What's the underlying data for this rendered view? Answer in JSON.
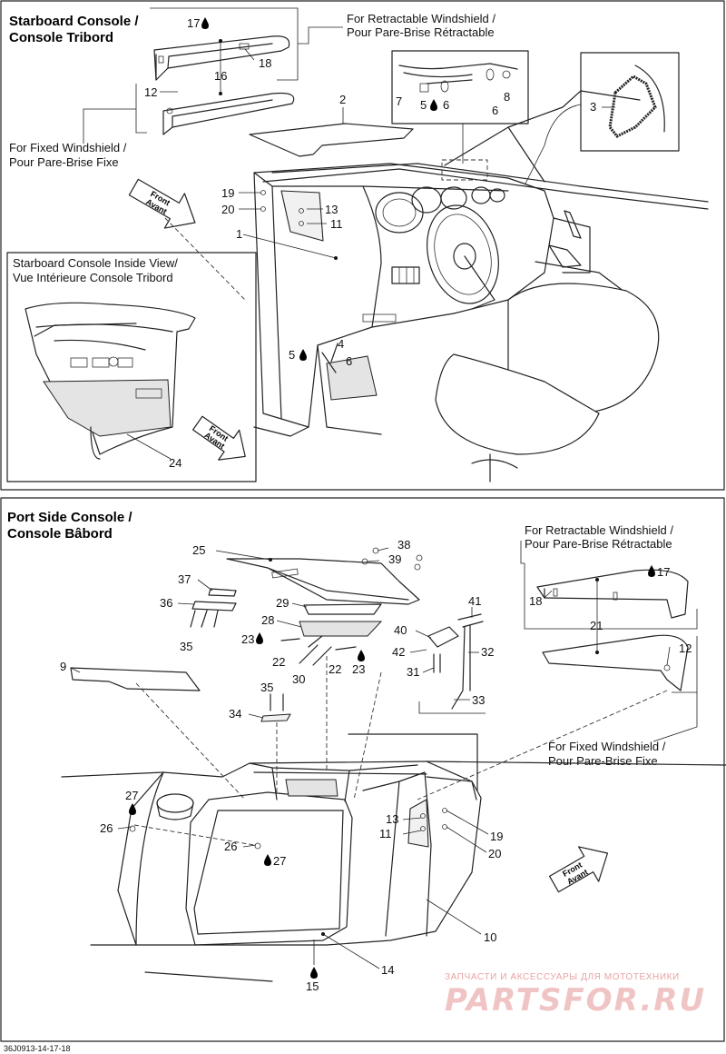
{
  "starboard": {
    "title_en": "Starboard Console /",
    "title_fr": "Console Tribord",
    "retractable_en": "For Retractable Windshield /",
    "retractable_fr": "Pour Pare-Brise Rétractable",
    "fixed_en": "For Fixed Windshield /",
    "fixed_fr": "Pour Pare-Brise Fixe",
    "inside_en": "Starboard Console Inside View/",
    "inside_fr": "Vue Intérieure Console Tribord",
    "callouts": [
      "17",
      "16",
      "18",
      "12",
      "2",
      "7",
      "5",
      "6",
      "6",
      "8",
      "3",
      "19",
      "20",
      "13",
      "11",
      "1",
      "5",
      "4",
      "6",
      "24"
    ]
  },
  "port": {
    "title_en": "Port Side Console /",
    "title_fr": "Console Bâbord",
    "retractable_en": "For Retractable Windshield /",
    "retractable_fr": "Pour Pare-Brise Rétractable",
    "fixed_en": "For Fixed Windshield /",
    "fixed_fr": "Pour Pare-Brise Fixe",
    "callouts": [
      "25",
      "38",
      "39",
      "37",
      "36",
      "35",
      "29",
      "28",
      "23",
      "22",
      "30",
      "22",
      "23",
      "41",
      "40",
      "42",
      "31",
      "32",
      "33",
      "9",
      "35",
      "34",
      "17",
      "18",
      "21",
      "12",
      "27",
      "26",
      "26",
      "27",
      "13",
      "11",
      "19",
      "20",
      "10",
      "14",
      "15"
    ]
  },
  "front_arrow": {
    "line1": "Front",
    "line2": "Avant"
  },
  "watermark": {
    "line1": "ЗАПЧАСТИ И АКСЕССУАРЫ ДЛЯ МОТОТЕХНИКИ",
    "line2": "PARTSFOR.RU"
  },
  "figure_code": "36J0913-14-17-18"
}
